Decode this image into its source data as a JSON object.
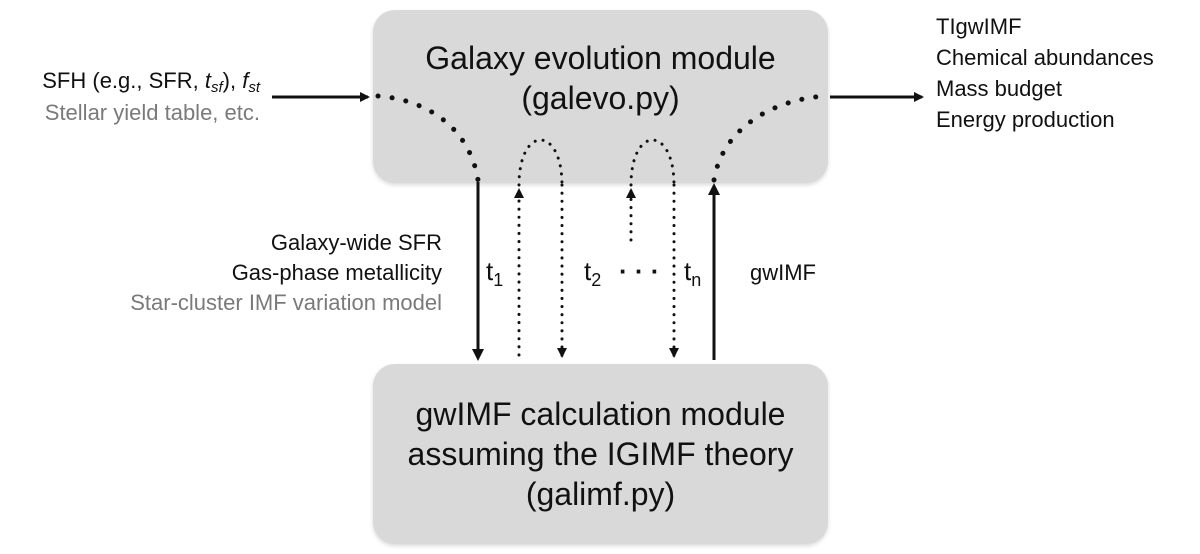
{
  "modules": {
    "galevo": {
      "line1": "Galaxy evolution module",
      "line2": "(galevo.py)"
    },
    "galimf": {
      "line1": "gwIMF calculation module",
      "line2": "assuming the IGIMF theory",
      "line3": "(galimf.py)"
    }
  },
  "inputs": {
    "sfh_prefix": "SFH (e.g., SFR, ",
    "tsf_base": "t",
    "tsf_sub": "sf",
    "sfh_mid": "), ",
    "fst_base": "f",
    "fst_sub": "st",
    "yield": "Stellar yield table, etc."
  },
  "outputs": [
    "TIgwIMF",
    "Chemical abundances",
    "Mass budget",
    "Energy production"
  ],
  "down_labels": [
    "Galaxy-wide SFR",
    "Gas-phase metallicity",
    "Star-cluster IMF variation model"
  ],
  "up_label": "gwIMF",
  "time_labels": {
    "t1_base": "t",
    "t1_sub": "1",
    "t2_base": "t",
    "t2_sub": "2",
    "tn_base": "t",
    "tn_sub": "n",
    "dots": "· · ·"
  }
}
